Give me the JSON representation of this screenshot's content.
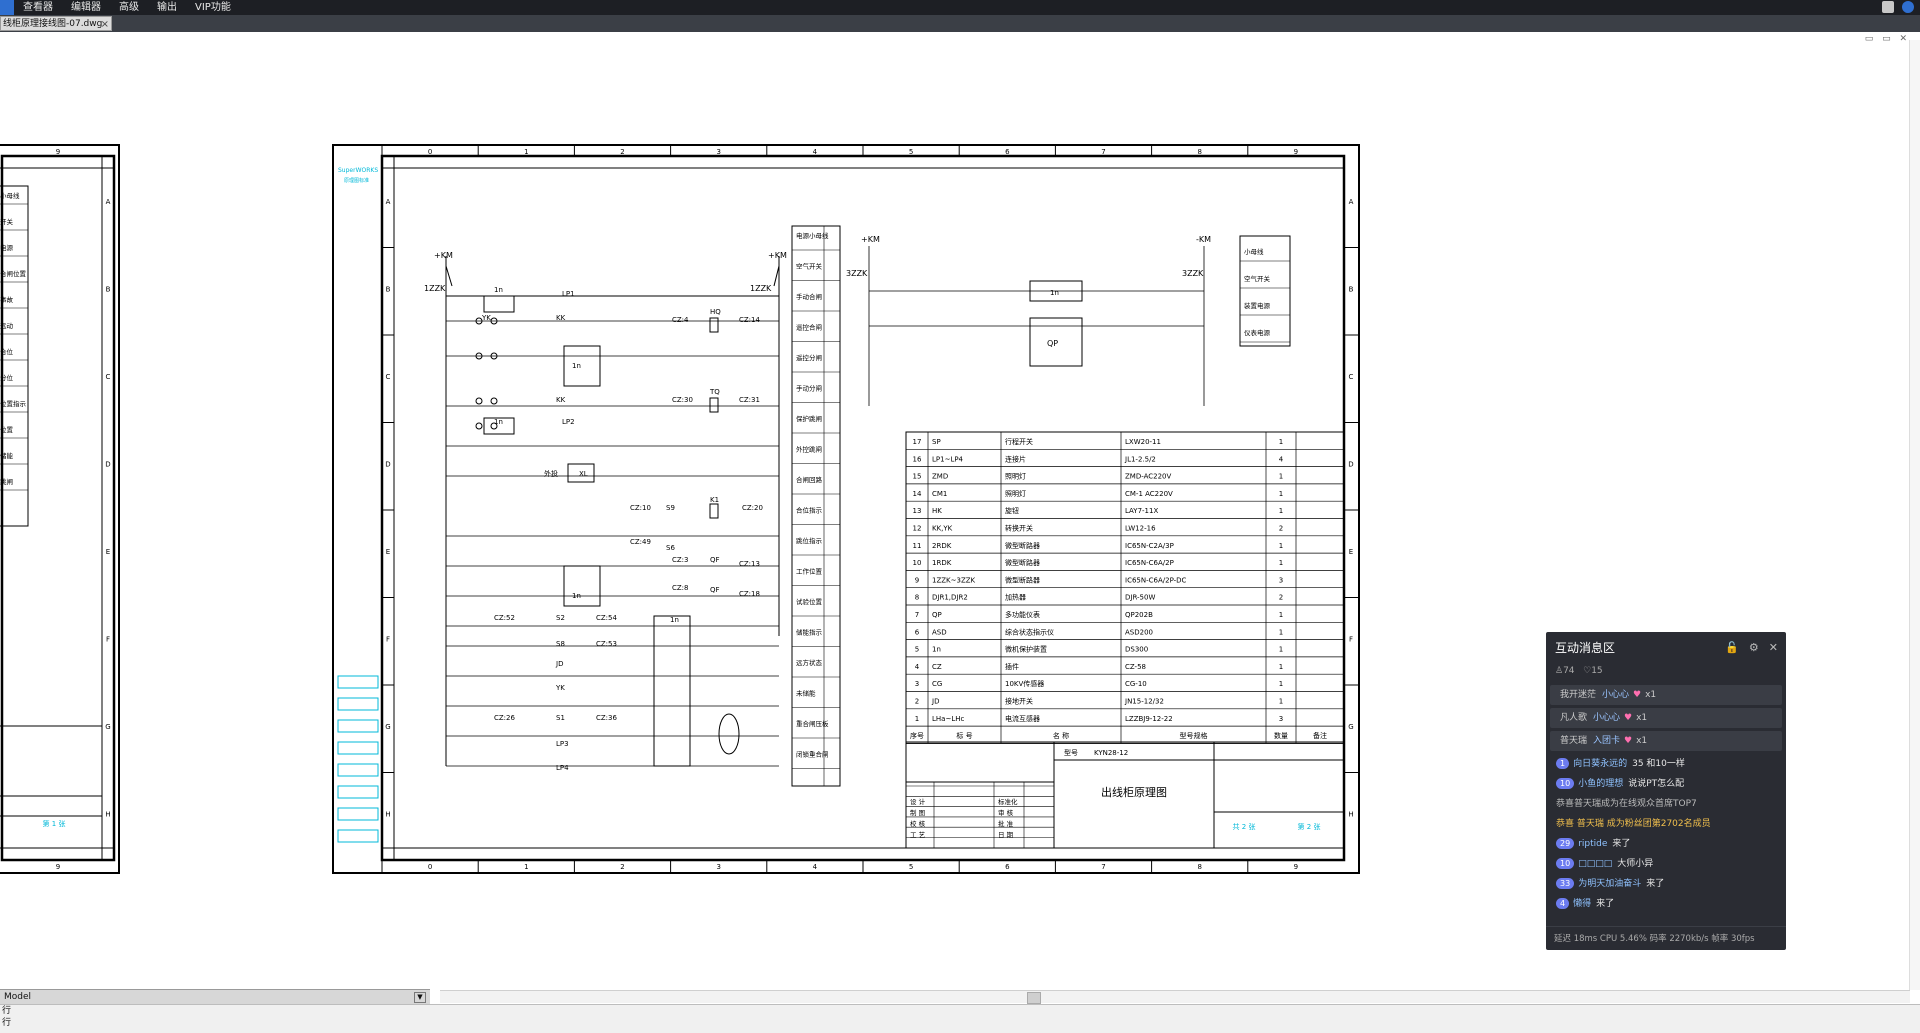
{
  "menu": {
    "items": [
      "查看器",
      "编辑器",
      "高级",
      "输出",
      "VIP功能"
    ]
  },
  "tab": {
    "file_name": "线柜原理接线图-07.dwg",
    "close": "×"
  },
  "window_controls": "▭ ▭ ✕",
  "drawing": {
    "col_labels": [
      "0",
      "1",
      "2",
      "3",
      "4",
      "5",
      "6",
      "7",
      "8",
      "9"
    ],
    "row_labels": [
      "A",
      "B",
      "C",
      "D",
      "E",
      "F",
      "G",
      "H"
    ],
    "bus_labels": [
      "+KM",
      "+KM",
      "+KM",
      "-KM"
    ],
    "switch_labels": [
      "1ZZK",
      "1ZZK",
      "3ZZK",
      "3ZZK"
    ],
    "component_labels": [
      "1n",
      "YK",
      "KK",
      "LP1",
      "1n",
      "KK",
      "1n",
      "LP2",
      "XL",
      "外投",
      "CZ:4",
      "HQ",
      "CZ:14",
      "CZ:30",
      "TQ",
      "CZ:31",
      "CZ:10",
      "S9",
      "K1",
      "CZ:20",
      "CZ:49",
      "S6",
      "CZ:3",
      "QF",
      "CZ:13",
      "CZ:8",
      "QF",
      "CZ:18",
      "1n",
      "CZ:52",
      "S2",
      "CZ:54",
      "S8",
      "CZ:53",
      "JD",
      "YK",
      "CZ:26",
      "S1",
      "CZ:36",
      "LP3",
      "LP4",
      "1n",
      "QP"
    ],
    "middle_column": [
      "电源小母线",
      "空气开关",
      "手动合闸",
      "遥控合闸",
      "遥控分闸",
      "手动分闸",
      "保护跳闸",
      "外控跳闸",
      "合闸回路",
      "合位指示",
      "跳位指示",
      "工作位置",
      "试验位置",
      "储能指示",
      "远方状态",
      "未储能",
      "重合闸压板",
      "闭锁重合闸"
    ],
    "left_column": [
      "小母线",
      "开关",
      "电源",
      "合闸位置",
      "事故",
      "远动",
      "合位",
      "分位",
      "位置指示",
      "位置",
      "储能",
      "跳闸"
    ],
    "right_legend": [
      "小母线",
      "空气开关",
      "装置电源",
      "仪表电源"
    ],
    "bom": [
      [
        "17",
        "SP",
        "行程开关",
        "LXW20-11",
        "1"
      ],
      [
        "16",
        "LP1~LP4",
        "连接片",
        "JL1-2.5/2",
        "4"
      ],
      [
        "15",
        "ZMD",
        "照明灯",
        "ZMD-AC220V",
        "1"
      ],
      [
        "14",
        "CM1",
        "照明灯",
        "CM-1 AC220V",
        "1"
      ],
      [
        "13",
        "HK",
        "旋钮",
        "LAY7-11X",
        "1"
      ],
      [
        "12",
        "KK,YK",
        "转换开关",
        "LW12-16",
        "2"
      ],
      [
        "11",
        "2RDK",
        "微型断路器",
        "IC65N-C2A/3P",
        "1"
      ],
      [
        "10",
        "1RDK",
        "微型断路器",
        "IC65N-C6A/2P",
        "1"
      ],
      [
        "9",
        "1ZZK~3ZZK",
        "微型断路器",
        "IC65N-C6A/2P-DC",
        "3"
      ],
      [
        "8",
        "DJR1,DJR2",
        "加热器",
        "DJR-50W",
        "2"
      ],
      [
        "7",
        "QP",
        "多功能仪表",
        "QP202B",
        "1"
      ],
      [
        "6",
        "ASD",
        "综合状态指示仪",
        "ASD200",
        "1"
      ],
      [
        "5",
        "1n",
        "微机保护装置",
        "DS300",
        "1"
      ],
      [
        "4",
        "CZ",
        "插件",
        "CZ-58",
        "1"
      ],
      [
        "3",
        "CG",
        "10KV传感器",
        "CG-10",
        "1"
      ],
      [
        "2",
        "JD",
        "接地开关",
        "JN15-12/32",
        "1"
      ],
      [
        "1",
        "LHa~LHc",
        "电流互感器",
        "LZZBJ9-12-22",
        "3"
      ]
    ],
    "bom_header": [
      "序号",
      "标 号",
      "名 称",
      "型号规格",
      "数量",
      "备注"
    ],
    "title_block": {
      "drawing_title": "出线柜原理图",
      "model": "KYN28-12",
      "model_label": "型号",
      "roles": [
        "设 计",
        "制 图",
        "校 核",
        "工 艺"
      ],
      "checks": [
        "标准化",
        "审 核",
        "批 准",
        "日 期"
      ],
      "sheet_total": "共 2 张",
      "sheet_no": "第 2 张",
      "sheet_no_left": "第 1 张"
    },
    "side_strip": [
      "SuperWORKS",
      "原理图标准"
    ]
  },
  "bottom": {
    "model_tab": "Model",
    "cmd_lines": [
      "行",
      "行"
    ]
  },
  "chat": {
    "title": "互动消息区",
    "viewers": "74",
    "likes": "15",
    "gifts": [
      {
        "tag": "我开迷茫",
        "user": "小心心",
        "count": "x1"
      },
      {
        "tag": "凡人歌",
        "user": "小心心",
        "count": "x1"
      },
      {
        "tag": "普天瑞",
        "user": "入团卡",
        "count": "x1"
      }
    ],
    "messages": [
      {
        "level": "1",
        "name": "向日葵永远的",
        "text": "35 和10一样"
      },
      {
        "level": "10",
        "name": "小鱼的理想",
        "text": "说说PT怎么配"
      },
      {
        "system": "恭喜普天瑞成为在线观众首席TOP7"
      },
      {
        "gold": "恭喜 普天瑞 成为粉丝团第2702名成员"
      },
      {
        "level": "29",
        "name": "riptide",
        "text": "来了"
      },
      {
        "level": "10",
        "name": "□□□□",
        "text": "大师小异"
      },
      {
        "level": "33",
        "name": "为明天加油奋斗",
        "text": "来了"
      },
      {
        "level": "4",
        "name": "懒得",
        "text": "来了"
      }
    ],
    "footer": "延迟 18ms  CPU 5.46%  码率 2270kb/s  帧率 30fps"
  }
}
